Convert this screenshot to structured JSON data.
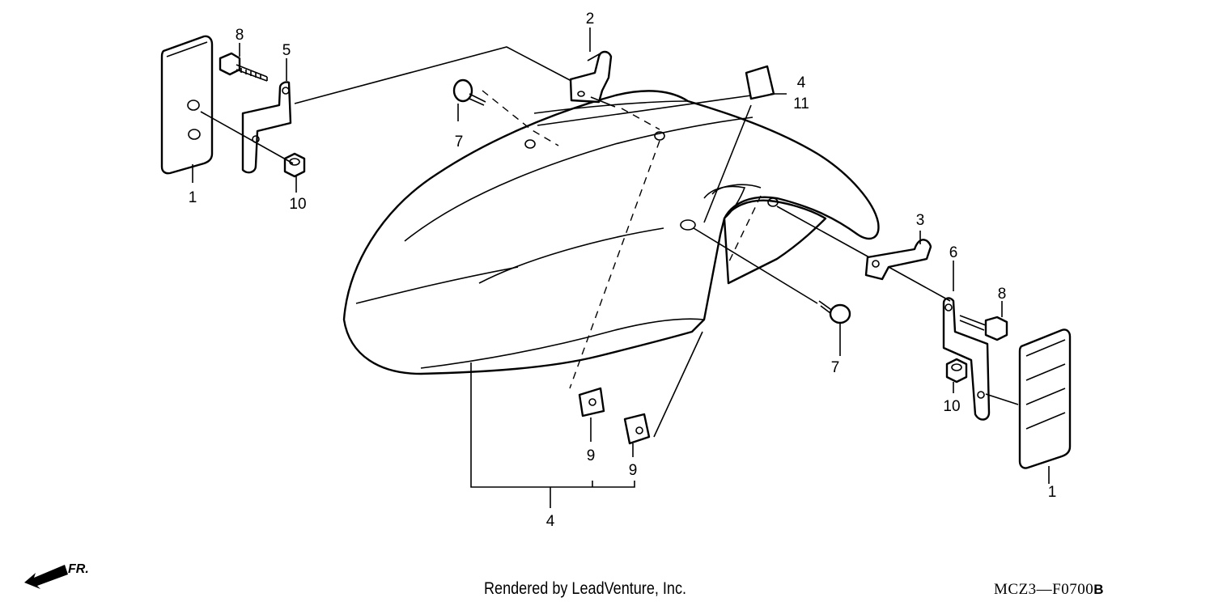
{
  "callouts": {
    "c1_left": "1",
    "c1_right": "1",
    "c2": "2",
    "c3": "3",
    "c4_top": "4",
    "c4_bottom": "4",
    "c5": "5",
    "c6": "6",
    "c7_left": "7",
    "c7_right": "7",
    "c8_left": "8",
    "c8_right": "8",
    "c9_left": "9",
    "c9_right": "9",
    "c10_left": "10",
    "c10_right": "10",
    "c11": "11"
  },
  "direction_marker": "FR.",
  "footer": {
    "credit": "Rendered by LeadVenture, Inc.",
    "code": "MCZ3—F0700",
    "code_suffix": "B"
  }
}
